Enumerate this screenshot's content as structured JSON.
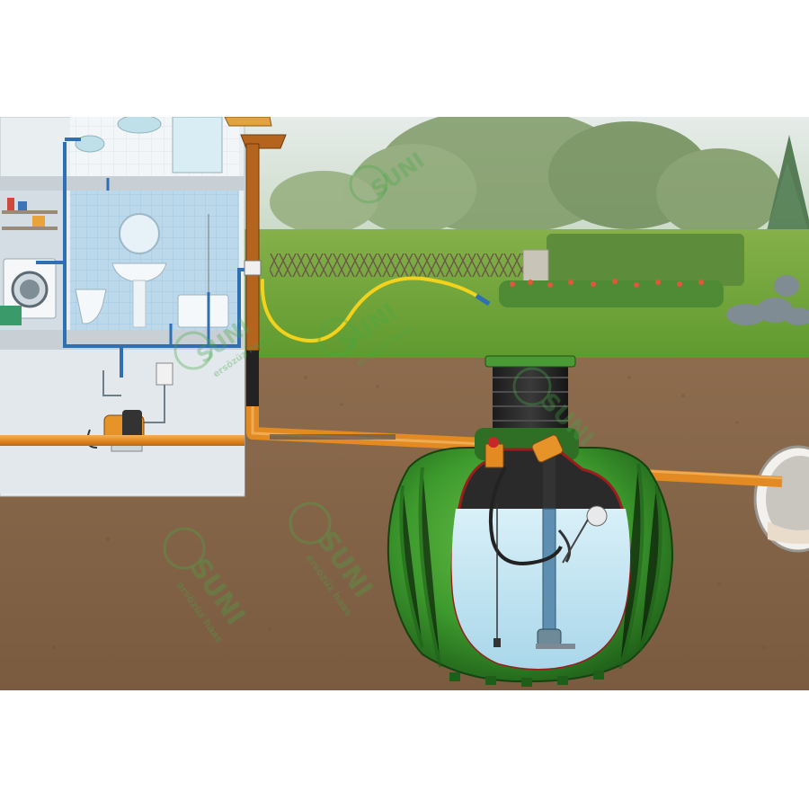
{
  "watermark": {
    "brand": "SUNI",
    "tagline": "ersözüz haas",
    "count": 6
  },
  "colors": {
    "sky": "#dfe8e6",
    "grass": "#6fa23a",
    "soil": "#8a6a4c",
    "house_wall": "#e9eef1",
    "tile": "#b9d6ea",
    "tank": "#3e9a2e",
    "water": "#bfe4f2",
    "pipe_orange": "#e6932a",
    "pipe_brown": "#b5641e",
    "water_line": "#2f6fb3",
    "hose": "#f2d21a",
    "watermark": "#48a848"
  },
  "components": [
    {
      "name": "house-bathroom",
      "icon": "bathroom-icon"
    },
    {
      "name": "washing-machine",
      "icon": "washing-machine-icon"
    },
    {
      "name": "house-pump",
      "icon": "pump-icon"
    },
    {
      "name": "downpipe",
      "icon": "pipe-icon"
    },
    {
      "name": "garden-hose",
      "icon": "hose-icon"
    },
    {
      "name": "rainwater-tank",
      "icon": "tank-icon"
    },
    {
      "name": "submersible-pump",
      "icon": "pump-icon"
    },
    {
      "name": "float-switch",
      "icon": "float-icon"
    },
    {
      "name": "overflow-pipe",
      "icon": "pipe-icon"
    },
    {
      "name": "sewer-pipe",
      "icon": "pipe-icon"
    }
  ]
}
